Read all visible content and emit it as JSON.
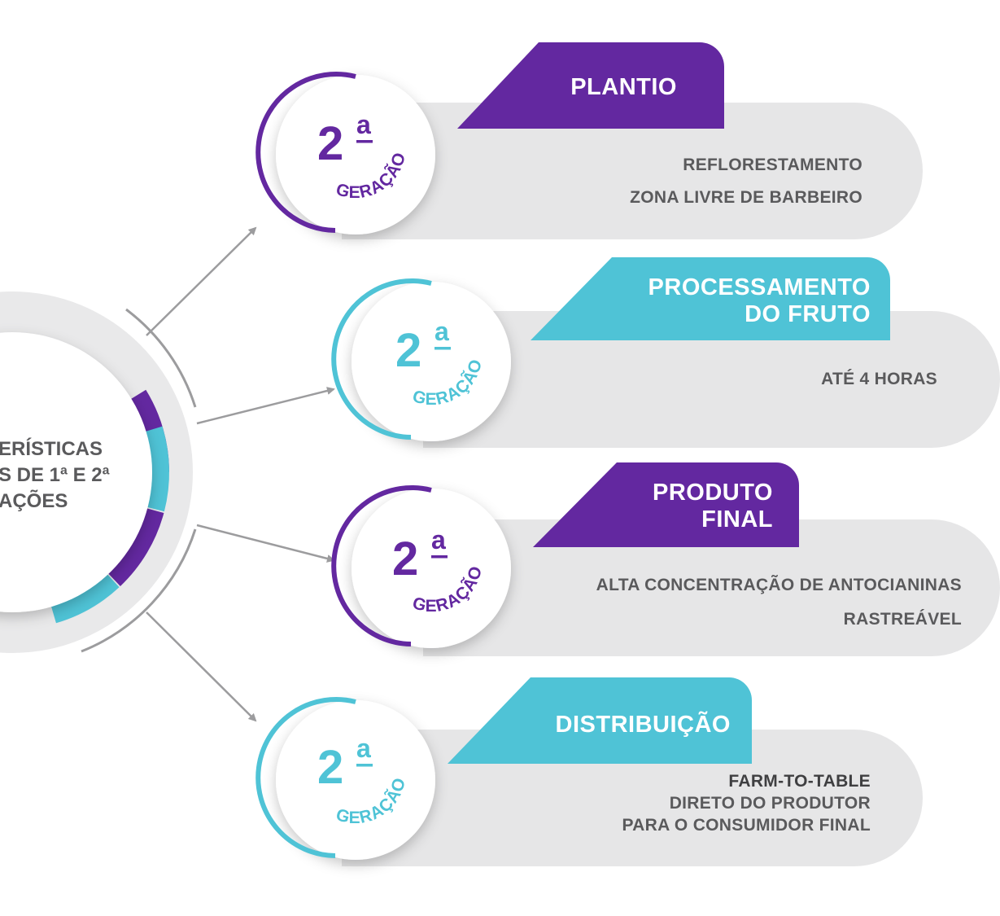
{
  "center": {
    "lines": [
      "ERÍSTICAS",
      "S DE 1ª E 2ª",
      "AÇÕES"
    ]
  },
  "colors": {
    "purple": "#6328a0",
    "cyan": "#4fc3d6",
    "gray_panel": "#e6e6e7",
    "text_gray": "#5a5a5c",
    "arrow_gray": "#9c9c9e"
  },
  "cards": [
    {
      "title_lines": [
        "PLANTIO"
      ],
      "accent": "purple",
      "badge": {
        "number": "2",
        "superscript": "a",
        "word": "GERAÇÃO"
      },
      "items": [
        "REFLORESTAMENTO",
        "ZONA LIVRE DE BARBEIRO"
      ]
    },
    {
      "title_lines": [
        "PROCESSAMENTO",
        "DO FRUTO"
      ],
      "accent": "cyan",
      "badge": {
        "number": "2",
        "superscript": "a",
        "word": "GERAÇÃO"
      },
      "items": [
        "ATÉ 4 HORAS"
      ]
    },
    {
      "title_lines": [
        "PRODUTO",
        "FINAL"
      ],
      "accent": "purple",
      "badge": {
        "number": "2",
        "superscript": "a",
        "word": "GERAÇÃO"
      },
      "items": [
        "ALTA CONCENTRAÇÃO DE ANTOCIANINAS",
        "RASTREÁVEL"
      ]
    },
    {
      "title_lines": [
        "DISTRIBUIÇÃO"
      ],
      "accent": "cyan",
      "badge": {
        "number": "2",
        "superscript": "a",
        "word": "GERAÇÃO"
      },
      "items": [
        "FARM-TO-TABLE",
        "DIRETO DO PRODUTOR",
        "PARA O CONSUMIDOR FINAL"
      ]
    }
  ]
}
